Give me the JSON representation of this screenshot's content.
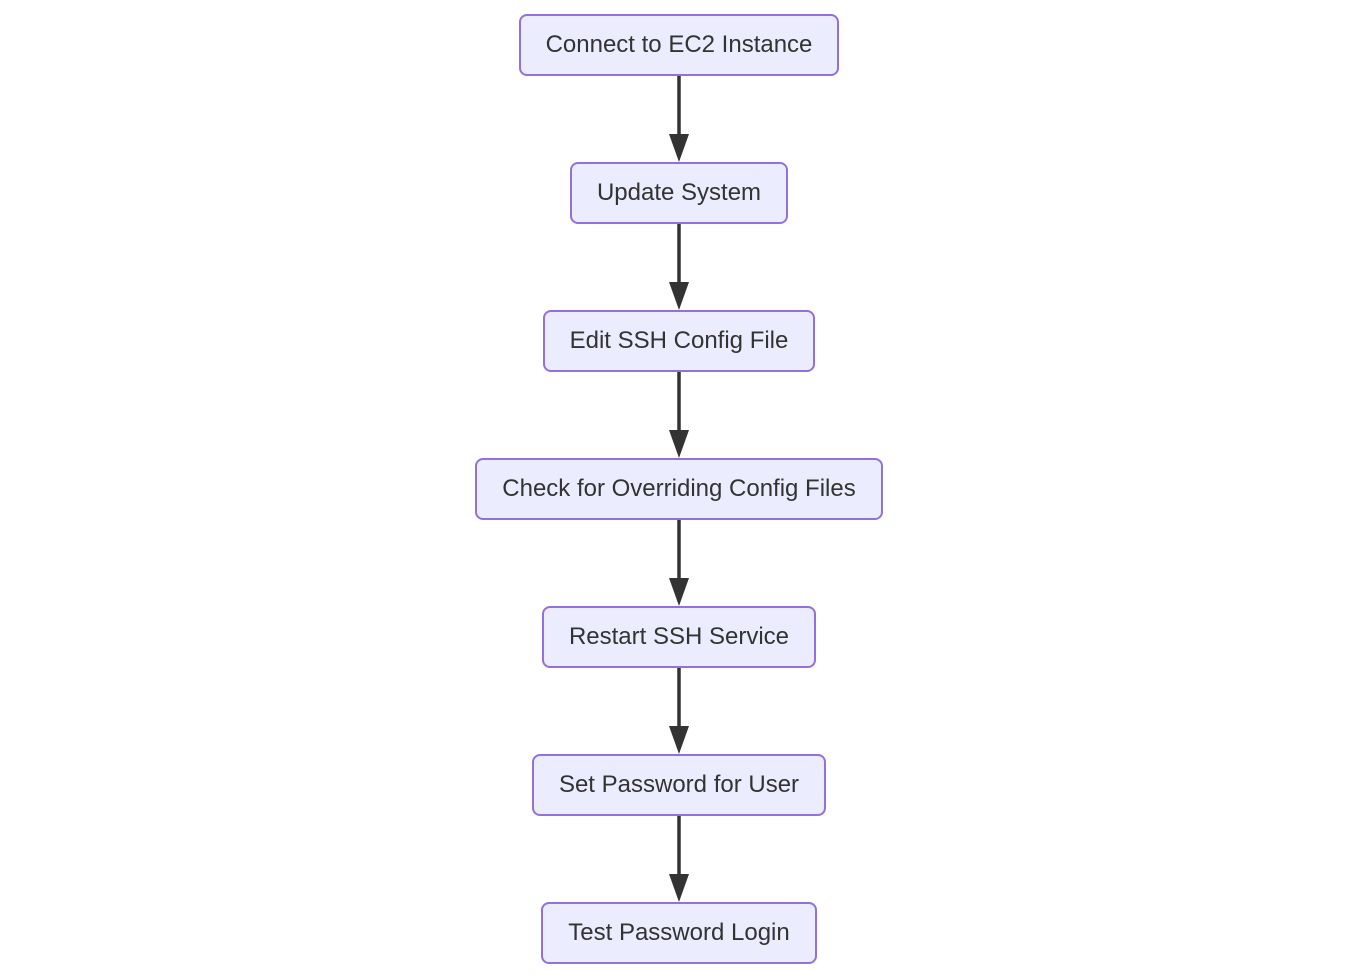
{
  "diagram": {
    "type": "flowchart",
    "direction": "top-down",
    "colors": {
      "node_fill": "#ECECFF",
      "node_border": "#9370DB",
      "node_text": "#333333",
      "edge": "#333333",
      "background": "#ffffff"
    },
    "nodes": [
      {
        "id": "connect-ec2",
        "label": "Connect to EC2 Instance"
      },
      {
        "id": "update-system",
        "label": "Update System"
      },
      {
        "id": "edit-ssh-config",
        "label": "Edit SSH Config File"
      },
      {
        "id": "check-overrides",
        "label": "Check for Overriding Config Files"
      },
      {
        "id": "restart-ssh",
        "label": "Restart SSH Service"
      },
      {
        "id": "set-password",
        "label": "Set Password for User"
      },
      {
        "id": "test-login",
        "label": "Test Password Login"
      }
    ],
    "edges": [
      {
        "from": "Connect to EC2 Instance",
        "to": "Update System"
      },
      {
        "from": "Update System",
        "to": "Edit SSH Config File"
      },
      {
        "from": "Edit SSH Config File",
        "to": "Check for Overriding Config Files"
      },
      {
        "from": "Check for Overriding Config Files",
        "to": "Restart SSH Service"
      },
      {
        "from": "Restart SSH Service",
        "to": "Set Password for User"
      },
      {
        "from": "Set Password for User",
        "to": "Test Password Login"
      }
    ]
  }
}
